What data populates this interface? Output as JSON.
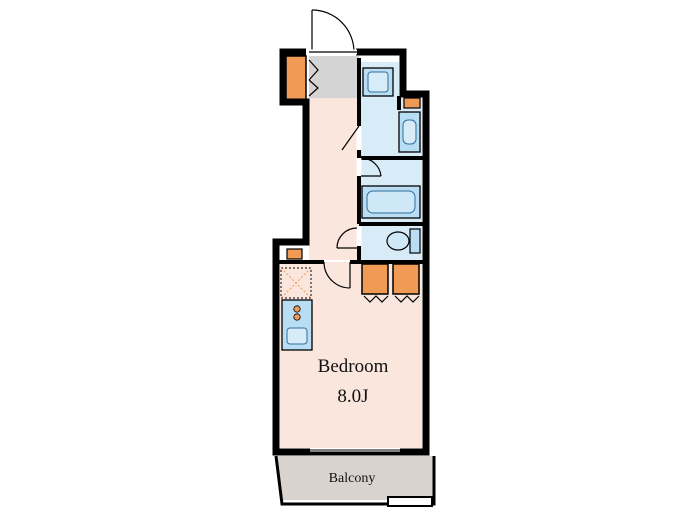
{
  "rooms": {
    "bedroom": {
      "name": "Bedroom",
      "size": "8.0J"
    },
    "balcony": {
      "name": "Balcony"
    }
  },
  "colors": {
    "floor": "#fbe6dd",
    "storage": "#ef9a55",
    "wet_area": "#d8ecf8",
    "fixture": "#b9ddf2",
    "entrance": "#d4d4d4",
    "balcony": "#d9d3d0"
  }
}
